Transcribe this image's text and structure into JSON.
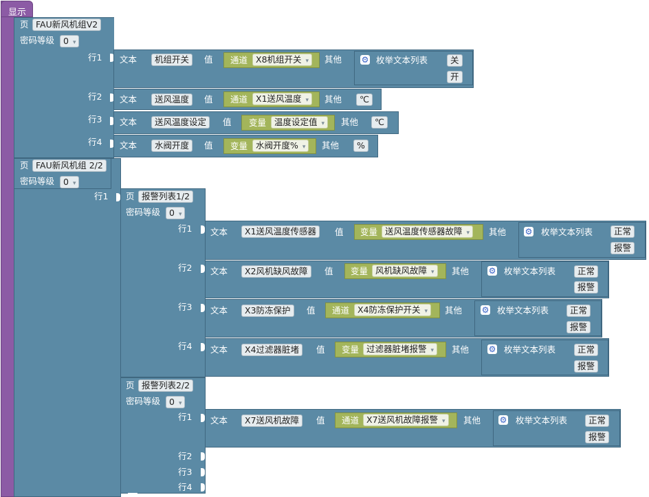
{
  "hat": {
    "label": "显示"
  },
  "common": {
    "page": "页",
    "pw": "密码等级",
    "text": "文本",
    "value": "值",
    "other": "其他",
    "enum": "枚举文本列表",
    "channel": "通道",
    "variable": "变量"
  },
  "p1": {
    "name": "FAU新风机组V2",
    "pw_value": "0",
    "rows": [
      {
        "label": "行1",
        "text": "机组开关",
        "src": "通道",
        "src_val": "X8机组开关",
        "enum_vals": [
          "关",
          "开"
        ]
      },
      {
        "label": "行2",
        "text": "送风温度",
        "src": "通道",
        "src_val": "X1送风温度",
        "other_val": "℃"
      },
      {
        "label": "行3",
        "text": "送风温度设定",
        "src": "变量",
        "src_val": "温度设定值",
        "other_val": "℃"
      },
      {
        "label": "行4",
        "text": "水阀开度",
        "src": "变量",
        "src_val": "水阀开度%",
        "other_val": "%"
      }
    ]
  },
  "p2": {
    "name": "FAU新风机组 2/2",
    "pw_value": "0",
    "row_label": "行1",
    "sub1": {
      "name": "报警列表1/2",
      "pw_value": "0",
      "rows": [
        {
          "label": "行1",
          "text": "X1送风温度传感器",
          "src": "变量",
          "src_val": "送风温度传感器故障",
          "enum_vals": [
            "正常",
            "报警"
          ]
        },
        {
          "label": "行2",
          "text": "X2风机缺风故障",
          "src": "变量",
          "src_val": "风机缺风故障",
          "enum_vals": [
            "正常",
            "报警"
          ]
        },
        {
          "label": "行3",
          "text": "X3防冻保护",
          "src": "通道",
          "src_val": "X4防冻保护开关",
          "enum_vals": [
            "正常",
            "报警"
          ]
        },
        {
          "label": "行4",
          "text": "X4过滤器脏堵",
          "src": "变量",
          "src_val": "过滤器脏堵报警",
          "enum_vals": [
            "正常",
            "报警"
          ]
        }
      ]
    },
    "sub2": {
      "name": "报警列表2/2",
      "pw_value": "0",
      "rows": [
        {
          "label": "行1",
          "text": "X7送风机故障",
          "src": "通道",
          "src_val": "X7送风机故障报警",
          "enum_vals": [
            "正常",
            "报警"
          ]
        },
        {
          "label": "行2"
        },
        {
          "label": "行3"
        },
        {
          "label": "行4"
        }
      ]
    }
  }
}
